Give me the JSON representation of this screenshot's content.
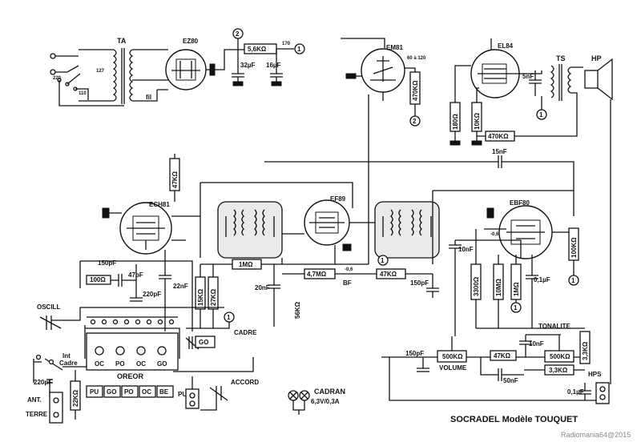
{
  "title": "SOCRADEL Modèle TOUQUET",
  "watermark": "Radiomania64@2015",
  "tubes": {
    "ez80": "EZ80",
    "em81": "EM81",
    "el84": "EL84",
    "ech81": "ECH81",
    "ef89": "EF89",
    "ebf80": "EBF80"
  },
  "transformers": {
    "mains": "TA",
    "output": "TS",
    "speaker": "HP"
  },
  "power_supply": {
    "filter_resistor": "5,6KΩ",
    "cap1": "32µF",
    "cap2": "16µF",
    "supply_mark": "170",
    "tap_labels": [
      "220",
      "127",
      "110"
    ]
  },
  "em81_section": {
    "resistor": "470KΩ",
    "hv_mark": "60 à 120"
  },
  "el84_section": {
    "r_cathode": "180Ω",
    "r_grid": "10KΩ",
    "cap_plate": "5nF",
    "r_feedback": "470KΩ",
    "cap_coupling": "15nF"
  },
  "ech81_section": {
    "r_plate": "47KΩ"
  },
  "ebf80_section": {
    "r1": "3300Ω",
    "r2": "10MΩ",
    "r3": "1MΩ",
    "cap": "0,1µF",
    "r_anode": "100KΩ",
    "cap_in": "10nF",
    "mark_neg": "-0,6"
  },
  "mid_line": {
    "cap_150": "150pF",
    "cap_47": "47pF",
    "r_100": "100Ω",
    "cap_220": "220pF",
    "cap_22n": "22nF",
    "r_15k": "15KΩ",
    "r_27k": "27KΩ",
    "r_1m": "1MΩ",
    "cap_20n": "20nF",
    "r_56k": "56KΩ",
    "r_47m": "4,7MΩ",
    "bf": "BF",
    "mark_neg": "-0,6",
    "r_47k": "47KΩ",
    "cap_150b": "150pF"
  },
  "front_end": {
    "oscill": "OSCILL",
    "cadre": "CADRE",
    "go": "GO",
    "int_cadre": "Int\nCadre",
    "cap_220": "220pF",
    "ant_terre": [
      "ANT.",
      "TERRE"
    ],
    "r_22k": "22KΩ",
    "coil_labels": [
      "OC",
      "PO",
      "OC",
      "GO"
    ],
    "oreor": "OREOR",
    "switch_keys": [
      "PU",
      "GO",
      "PO",
      "OC",
      "BE"
    ],
    "pu": "PU",
    "accord": "ACCORD"
  },
  "cadran": {
    "label": "CADRAN",
    "lamps": "6,3V/0,3A"
  },
  "tone": {
    "volume": "VOLUME",
    "vol_pot": "500KΩ",
    "cap_150": "150pF",
    "r_47k": "47KΩ",
    "cap_50n": "50nF",
    "tonalite": "TONALITE",
    "ton_pot": "500KΩ",
    "r_33k": "3,3KΩ",
    "cap_10n": "10nF",
    "r_hps": "3,3KΩ",
    "hps": "HPS",
    "cap_01": "0,1µF"
  },
  "nodes": [
    "1",
    "2"
  ]
}
